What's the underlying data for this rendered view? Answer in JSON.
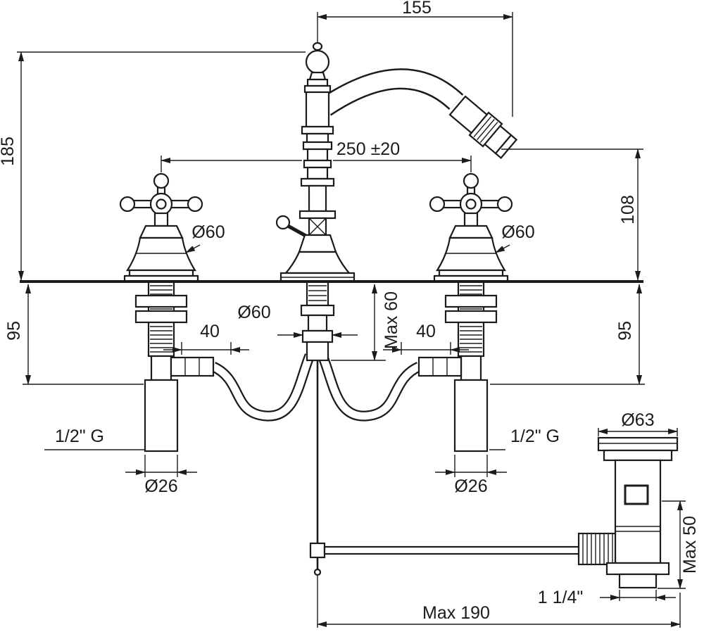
{
  "drawing": {
    "type": "technical-dimension-drawing",
    "line_color": "#1b1b1b",
    "background": "#ffffff"
  },
  "dimensions": {
    "spout_reach": "155",
    "height_above_deck": "185",
    "handle_spacing": "250 ±20",
    "spout_height": "108",
    "handle_dia_left": "Ø60",
    "handle_dia_right": "Ø60",
    "body_dia": "Ø60",
    "deck_max": "Max 60",
    "under_left": "95",
    "under_right": "95",
    "hose_nut_left": "40",
    "hose_nut_right": "40",
    "thread_left": "1/2\" G",
    "thread_right": "1/2\" G",
    "pipe_dia_left": "Ø26",
    "pipe_dia_right": "Ø26",
    "waste_flange_dia": "Ø63",
    "waste_max": "Max 50",
    "waste_thread": "1 1/4\"",
    "rod_reach": "Max 190"
  }
}
